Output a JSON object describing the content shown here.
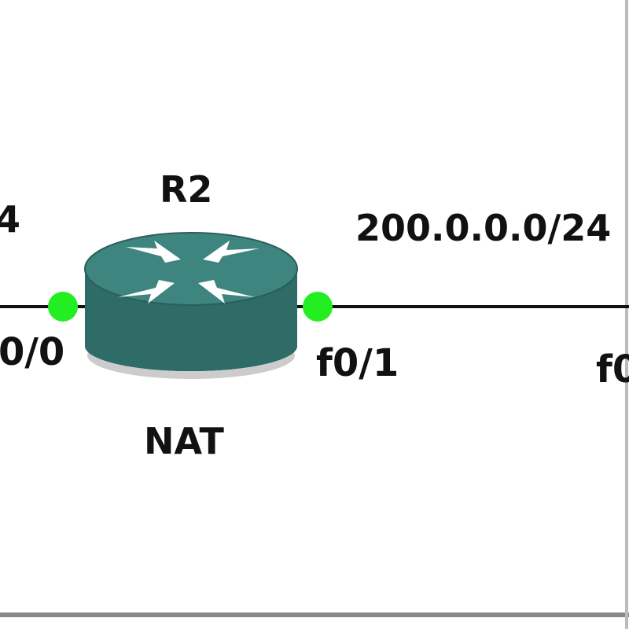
{
  "router": {
    "name": "R2",
    "role": "NAT",
    "icon": "router-icon",
    "body_color": "#2f6b67",
    "top_color": "#3e8580"
  },
  "links": {
    "left_network": "4",
    "right_network": "200.0.0.0/24",
    "left_interface": "0/0",
    "right_interface": "f0/1",
    "far_interface": "f0",
    "status_color": "#22ee22"
  }
}
